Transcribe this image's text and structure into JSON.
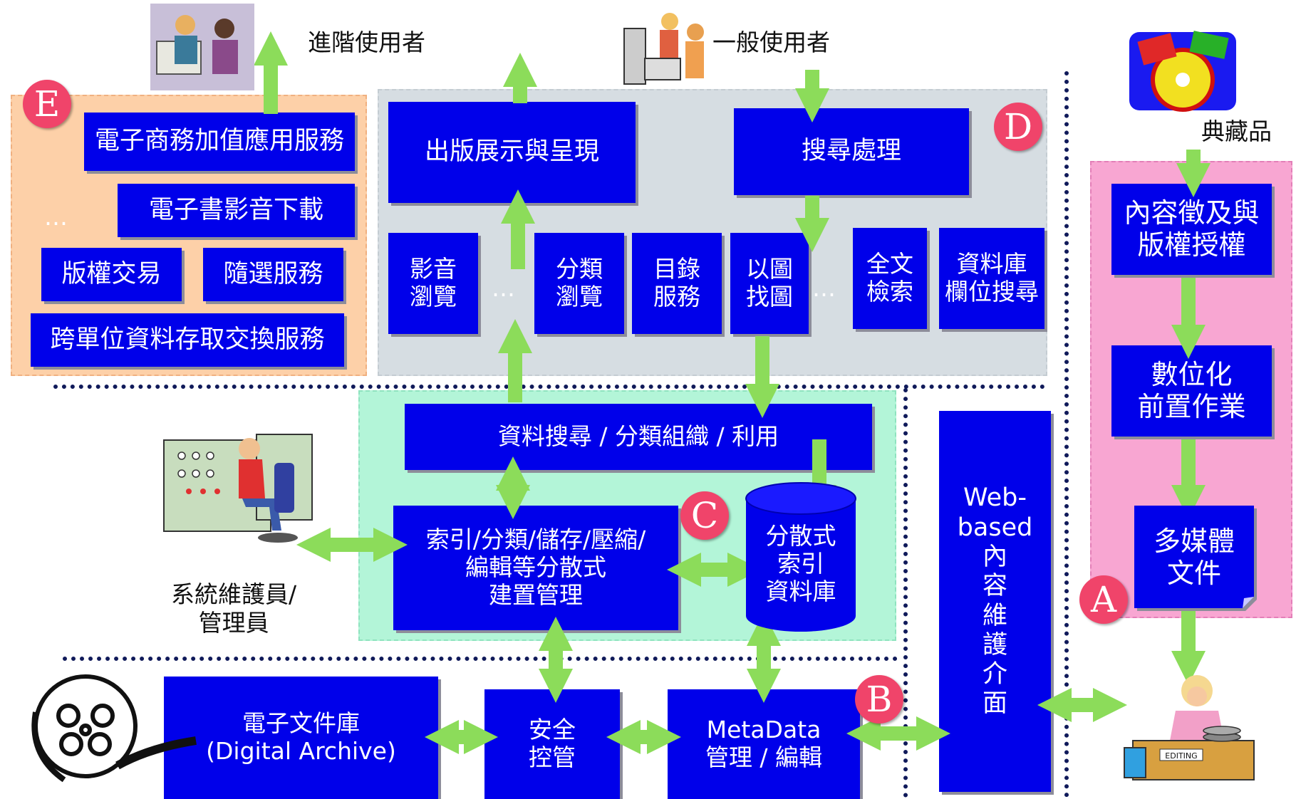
{
  "users": {
    "advanced": "進階使用者",
    "general": "一般使用者",
    "admin": "系統維護員/\n管理員",
    "collection": "典藏品"
  },
  "section_e": {
    "badge": "E",
    "ecommerce": "電子商務加值應用服務",
    "ebook": "電子書影音下載",
    "ellipsis": "…",
    "copyright_trade": "版權交易",
    "on_demand": "隨選服務",
    "cross_unit": "跨單位資料存取交換服務"
  },
  "section_d": {
    "badge": "D",
    "publish": "出版展示與呈現",
    "search": "搜尋處理",
    "av_browse": "影音\n瀏覽",
    "dots1": "…",
    "category_browse": "分類\n瀏覽",
    "catalog": "目錄\n服務",
    "image_search": "以圖\n找圖",
    "dots2": "…",
    "fulltext": "全文\n檢索",
    "db_field": "資料庫\n欄位搜尋"
  },
  "section_c": {
    "badge": "C",
    "search_org": "資料搜尋 / 分類組織 / 利用",
    "index_mgmt": "索引/分類/儲存/壓縮/\n編輯等分散式\n建置管理",
    "dist_db": "分散式\n索引\n資料庫"
  },
  "section_b": {
    "badge": "B",
    "archive": "電子文件庫\n(Digital Archive)",
    "security": "安全\n控管",
    "metadata": "MetaData\n管理 / 編輯"
  },
  "web_interface": "Web-\nbased\n內\n容\n維\n護\n介\n面",
  "section_a": {
    "badge": "A",
    "acquisition": "內容徵及與\n版權授權",
    "digitize": "數位化\n前置作業",
    "multimedia": "多媒體\n文件"
  },
  "icons": {
    "advanced_users": "office-workers-clipart",
    "general_users": "two-users-computer-clipart",
    "admin": "control-panel-operator-clipart",
    "collection": "cds-tapes-clipart",
    "editor": "film-editor-clipart",
    "film_reel": "film-reel-clipart"
  },
  "colors": {
    "box": "#0000ea",
    "arrow": "#8cdc5a",
    "badge": "#f0446a",
    "region_e": "#fdd0a8",
    "region_d": "#d6dde2",
    "region_c": "#b3f5d8",
    "region_a": "#f8a6d2",
    "divider": "#101a5a"
  }
}
